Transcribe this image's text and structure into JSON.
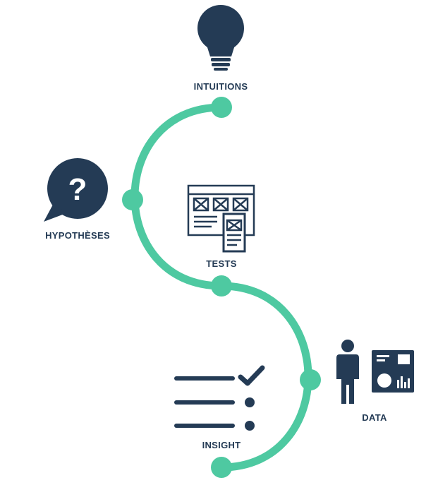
{
  "colors": {
    "path": "#4ec9a1",
    "icon": "#243b55",
    "background": "#ffffff"
  },
  "steps": [
    {
      "label": "INTUITIONS",
      "icon": "lightbulb-icon"
    },
    {
      "label": "HYPOTHÈSES",
      "icon": "question-bubble-icon"
    },
    {
      "label": "TESTS",
      "icon": "wireframe-icon"
    },
    {
      "label": "DATA",
      "icon": "person-dashboard-icon"
    },
    {
      "label": "INSIGHT",
      "icon": "checklist-icon"
    }
  ]
}
